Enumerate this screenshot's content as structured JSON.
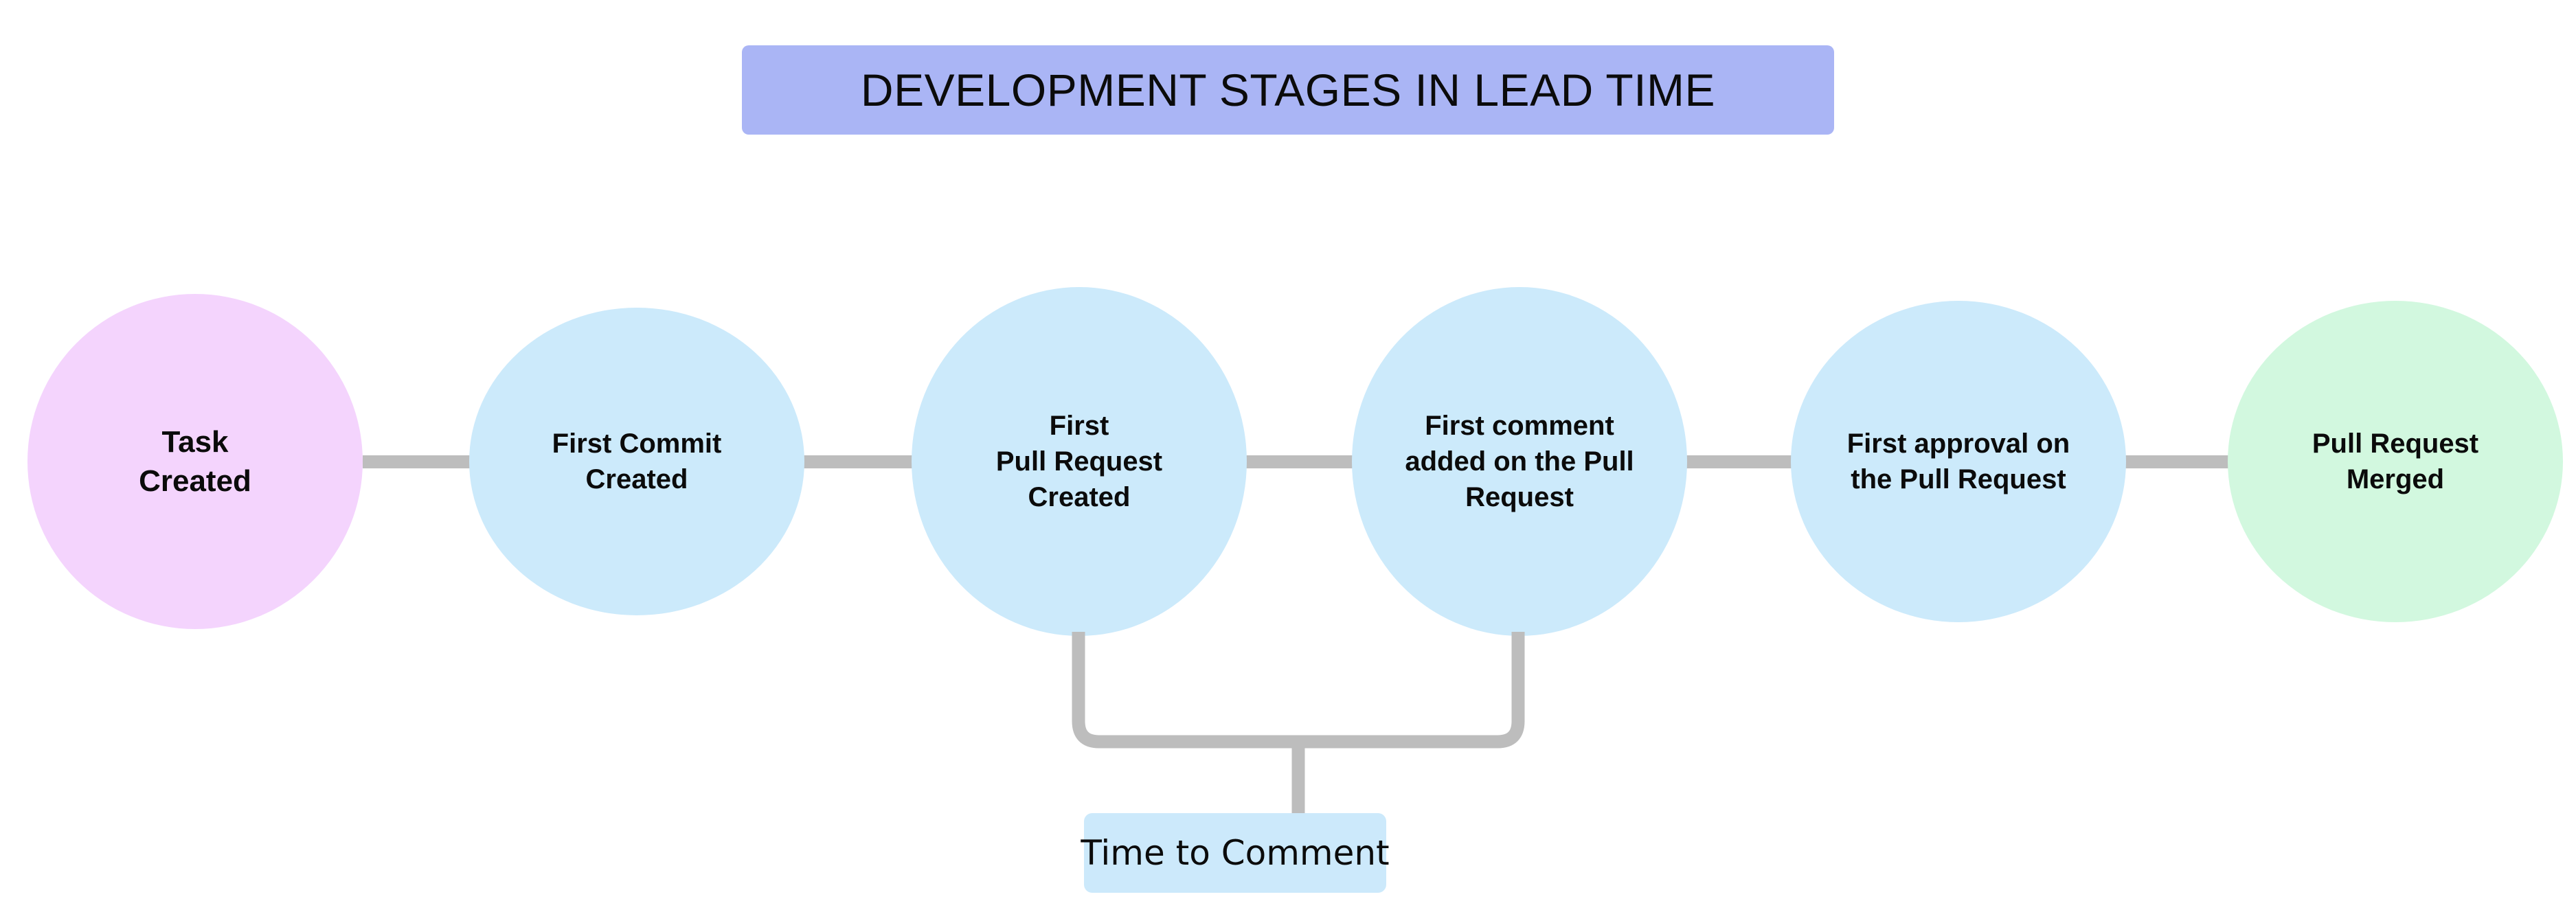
{
  "title": {
    "text": "DEVELOPMENT STAGES IN LEAD TIME",
    "background_color": "#AAB5F5",
    "text_color": "#0B0B0B"
  },
  "colors": {
    "start_node": "#F4D4FD",
    "mid_node": "#CCEAFB",
    "end_node": "#D2F8DF",
    "connector": "#BDBDBD",
    "metric_badge": "#CCE9FB",
    "page_background": "#FFFFFF"
  },
  "nodes": [
    {
      "id": "task-created",
      "label": "Task\nCreated",
      "color": "#F4D4FD"
    },
    {
      "id": "first-commit",
      "label": "First Commit\nCreated",
      "color": "#CCEAFB"
    },
    {
      "id": "first-pull-request",
      "label": "First\nPull Request\nCreated",
      "color": "#CCEAFB"
    },
    {
      "id": "first-comment",
      "label": "First comment\nadded on the Pull\nRequest",
      "color": "#CCEAFB"
    },
    {
      "id": "first-approval",
      "label": "First approval on\nthe Pull Request",
      "color": "#CCEAFB"
    },
    {
      "id": "pull-request-merged",
      "label": "Pull Request\nMerged",
      "color": "#D2F8DF"
    }
  ],
  "connectors": [
    {
      "from": "task-created",
      "to": "first-commit"
    },
    {
      "from": "first-commit",
      "to": "first-pull-request"
    },
    {
      "from": "first-pull-request",
      "to": "first-comment"
    },
    {
      "from": "first-comment",
      "to": "first-approval"
    },
    {
      "from": "first-approval",
      "to": "pull-request-merged"
    }
  ],
  "metric": {
    "label": "Time to Comment",
    "spans_from": "first-pull-request",
    "spans_to": "first-comment",
    "background_color": "#CCE9FB"
  }
}
